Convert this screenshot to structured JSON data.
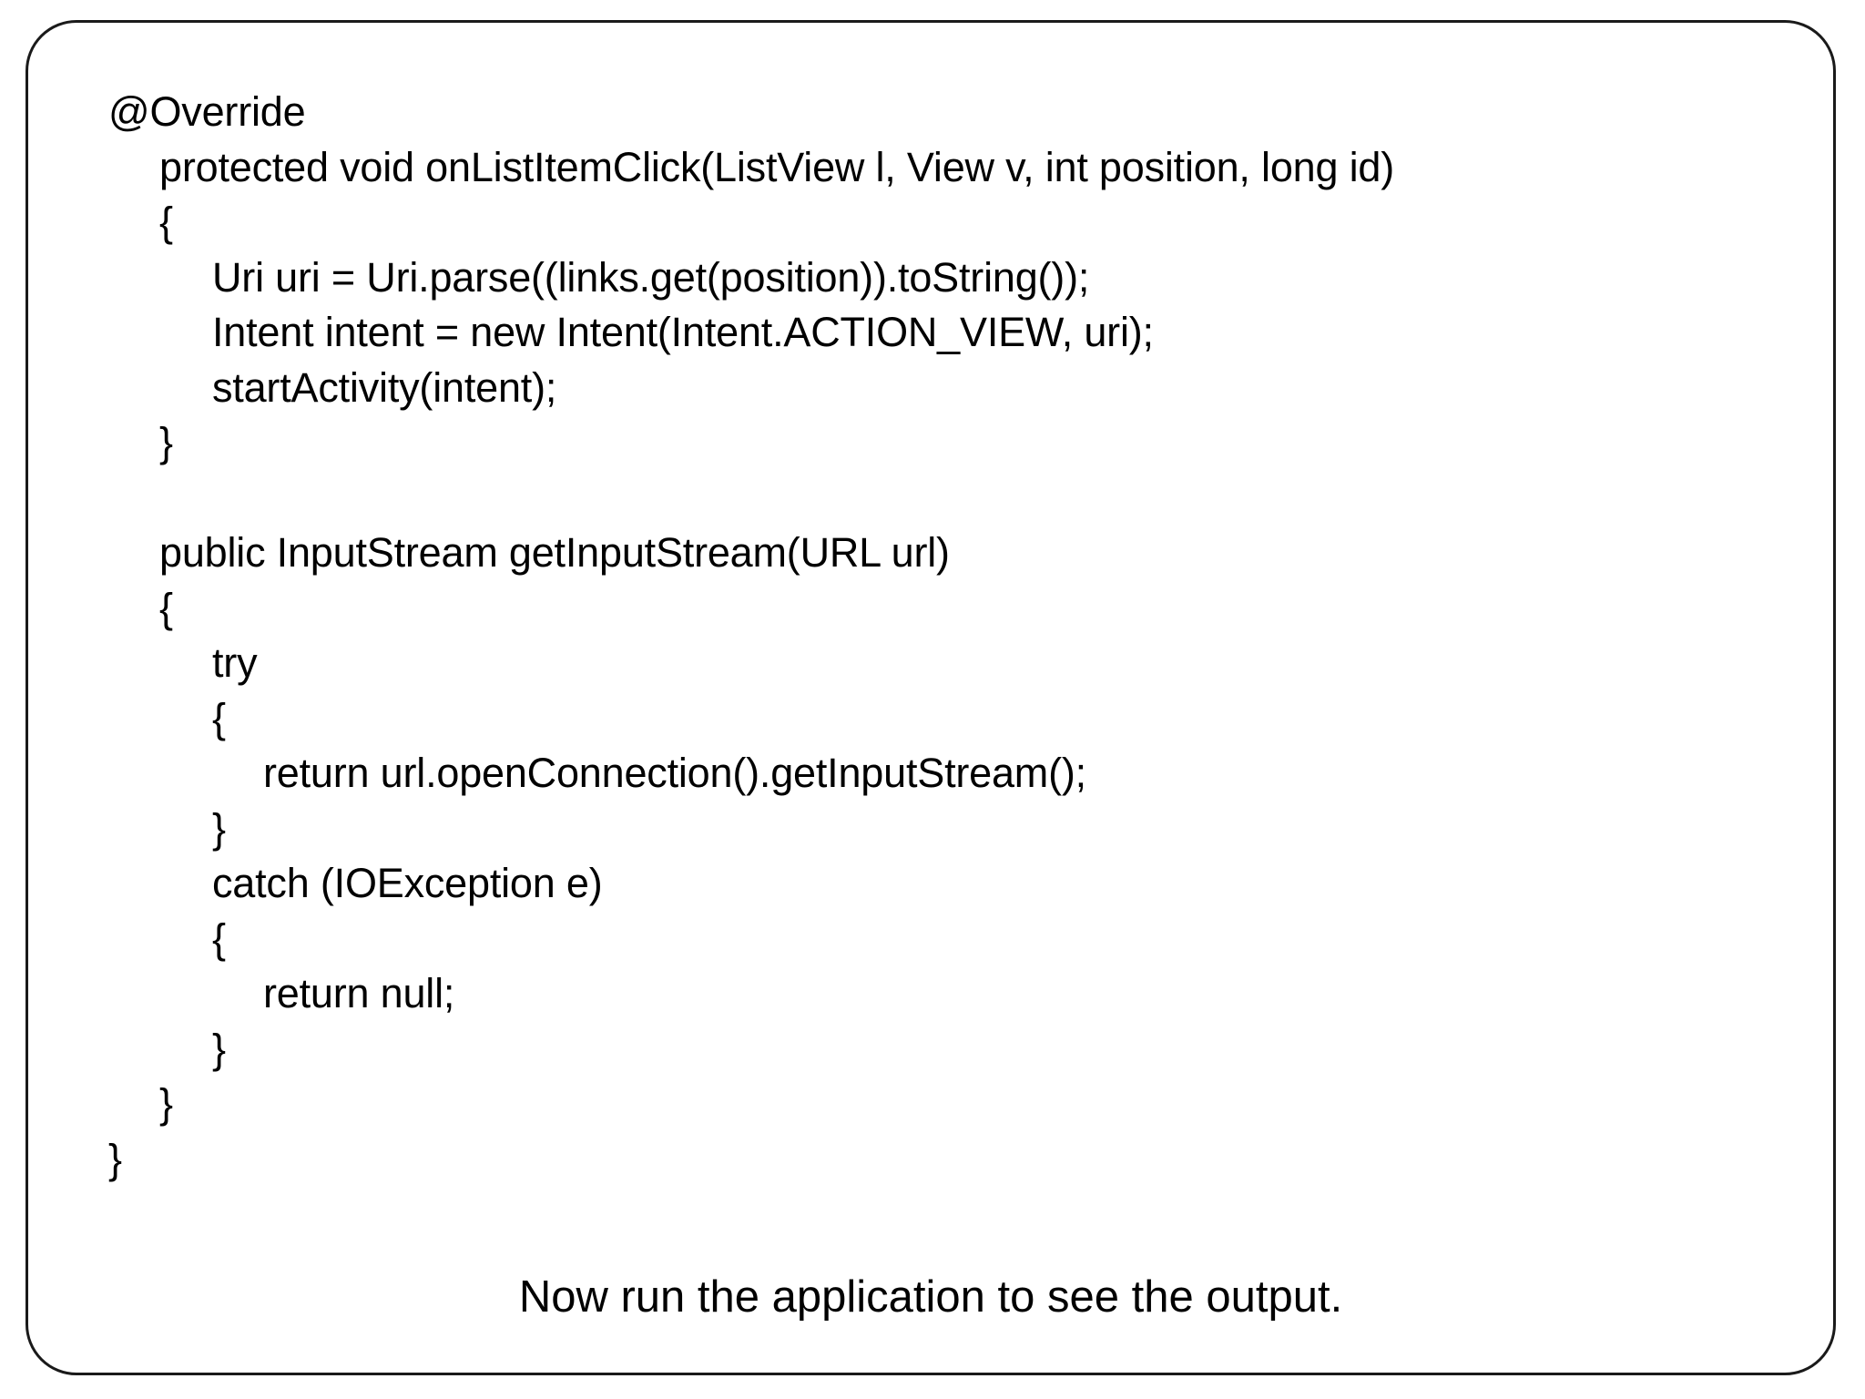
{
  "slide": {
    "border_color": "#1a1a1a",
    "background_color": "#ffffff",
    "text_color": "#000000",
    "code_lines": [
      {
        "indent": 0,
        "text": "@Override"
      },
      {
        "indent": 1,
        "text": "protected void onListItemClick(ListView l, View v, int position, long id)"
      },
      {
        "indent": 1,
        "text": "{"
      },
      {
        "indent": 2,
        "text": "Uri uri = Uri.parse((links.get(position)).toString());"
      },
      {
        "indent": 2,
        "text": "Intent intent = new Intent(Intent.ACTION_VIEW, uri);"
      },
      {
        "indent": 2,
        "text": "startActivity(intent);"
      },
      {
        "indent": 1,
        "text": "}"
      },
      {
        "indent": 0,
        "text": ""
      },
      {
        "indent": 1,
        "text": "public InputStream getInputStream(URL url)"
      },
      {
        "indent": 1,
        "text": "{"
      },
      {
        "indent": 2,
        "text": "try"
      },
      {
        "indent": 2,
        "text": "{"
      },
      {
        "indent": 3,
        "text": "return url.openConnection().getInputStream();"
      },
      {
        "indent": 2,
        "text": "}"
      },
      {
        "indent": 2,
        "text": "catch (IOException e)"
      },
      {
        "indent": 2,
        "text": "{"
      },
      {
        "indent": 3,
        "text": "return null;"
      },
      {
        "indent": 2,
        "text": "}"
      },
      {
        "indent": 1,
        "text": "}"
      },
      {
        "indent": 0,
        "text": "}"
      }
    ],
    "caption": "Now run the application to see the output."
  }
}
